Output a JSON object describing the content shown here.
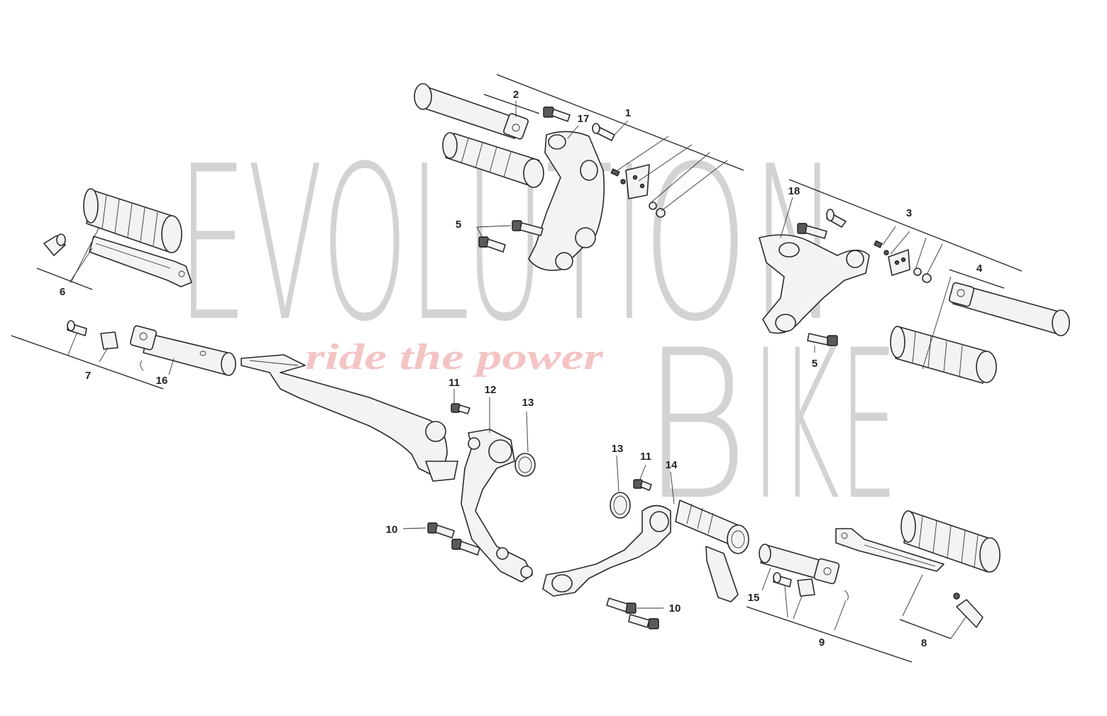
{
  "watermark": {
    "word1": "EVOLUTI",
    "letter_o": "O",
    "letter_n": "N",
    "letter_b": "B",
    "word2": "IKE",
    "tagline": "ride the power"
  },
  "callouts": {
    "c1": "1",
    "c2": "2",
    "c3": "3",
    "c4": "4",
    "c5a": "5",
    "c5b": "5",
    "c6": "6",
    "c7": "7",
    "c8": "8",
    "c9": "9",
    "c10a": "10",
    "c10b": "10",
    "c11a": "11",
    "c11b": "11",
    "c12": "12",
    "c13a": "13",
    "c13b": "13",
    "c14": "14",
    "c15": "15",
    "c16": "16",
    "c17": "17",
    "c18": "18"
  },
  "colors": {
    "background": "#ffffff",
    "line_art": "#2a2a2a",
    "watermark_gray": "#d3d3d3",
    "watermark_red": "#f4c4c4"
  }
}
